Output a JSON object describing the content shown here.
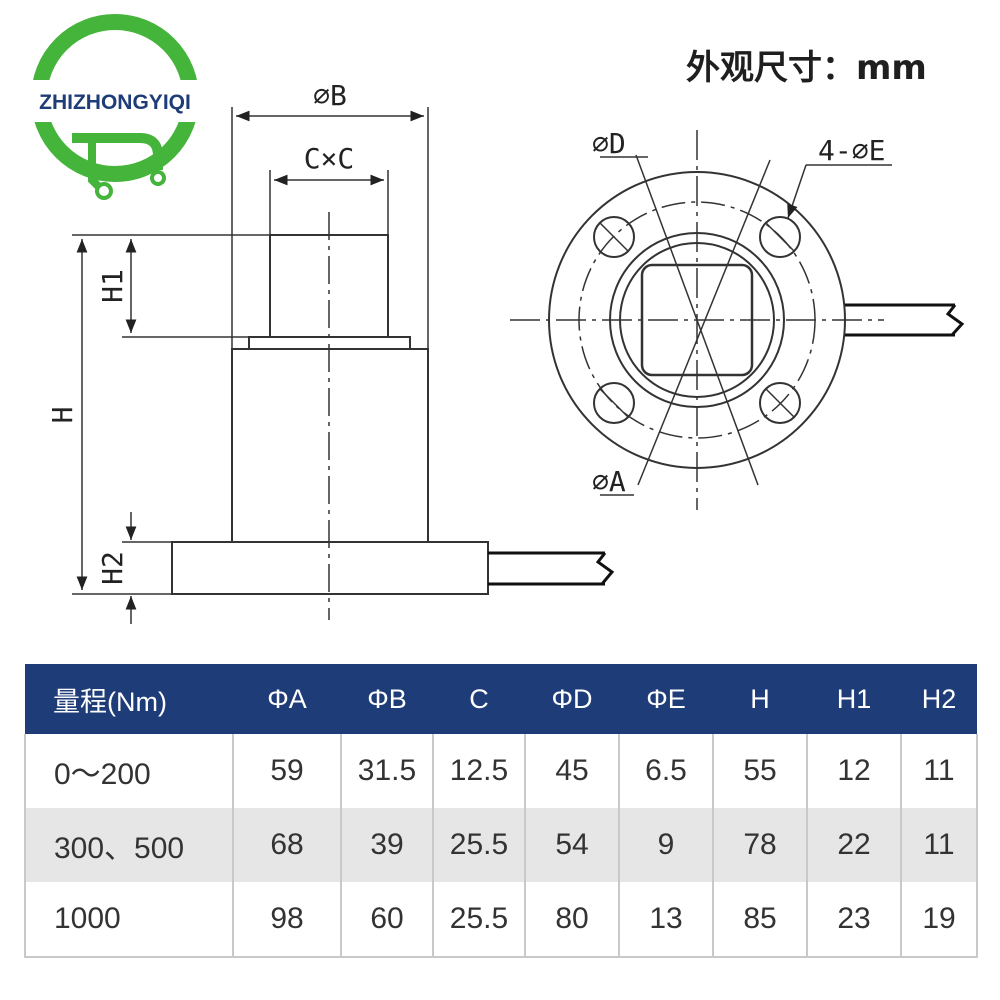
{
  "brand": {
    "name": "ZHIZHONGYIQI",
    "color": "#44b43a"
  },
  "title": "外观尺寸：mm",
  "drawing": {
    "side_view": {
      "labels": {
        "dB": "⌀B",
        "cxc": "C×C",
        "h1": "H1",
        "h": "H",
        "h2": "H2"
      }
    },
    "top_view": {
      "labels": {
        "dD": "⌀D",
        "e4": "4-⌀E",
        "dA": "⌀A"
      }
    }
  },
  "table": {
    "header_color": "#1e3c78",
    "columns": [
      "量程(Nm)",
      "ΦA",
      "ΦB",
      "C",
      "ΦD",
      "ΦE",
      "H",
      "H1",
      "H2"
    ],
    "rows": [
      [
        "0～200",
        "59",
        "31.5",
        "12.5",
        "45",
        "6.5",
        "55",
        "12",
        "11"
      ],
      [
        "300、500",
        "68",
        "39",
        "25.5",
        "54",
        "9",
        "78",
        "22",
        "11"
      ],
      [
        "1000",
        "98",
        "60",
        "25.5",
        "80",
        "13",
        "85",
        "23",
        "19"
      ]
    ]
  }
}
